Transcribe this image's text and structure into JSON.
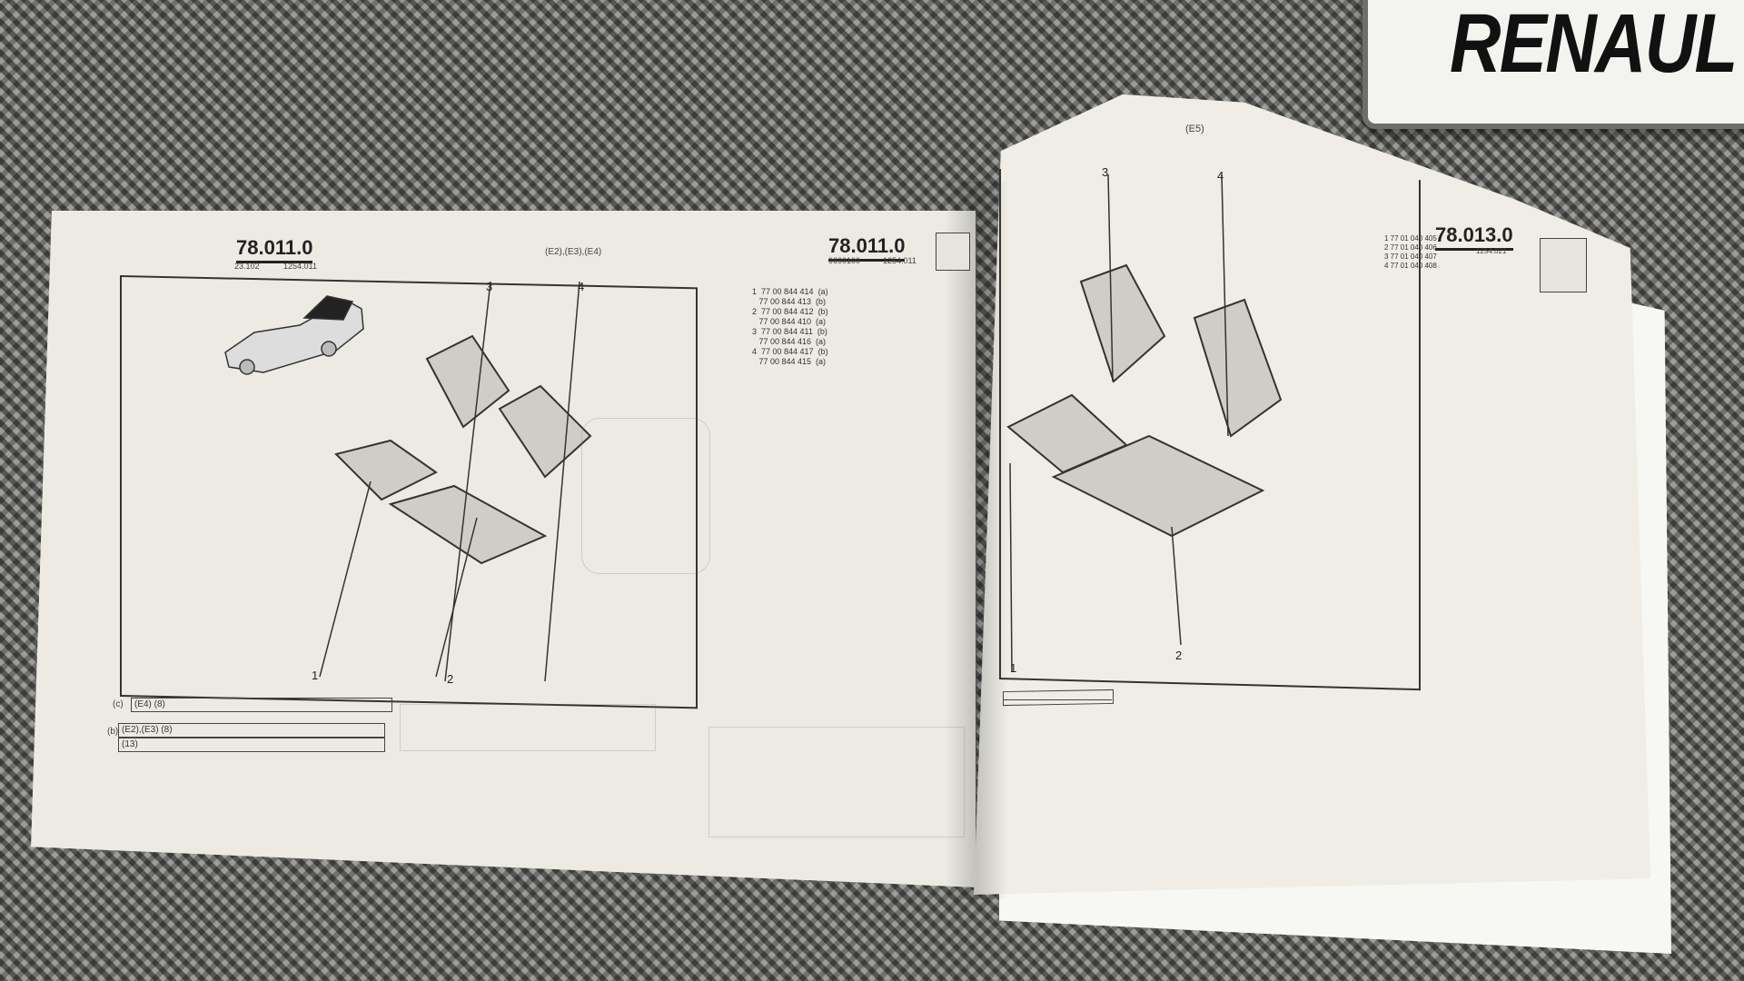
{
  "sign": {
    "text": "RENAUL"
  },
  "left_page": {
    "catalog_number": "78.011.0",
    "sub_ref_a": "23.102",
    "sub_ref_b": "1254.011",
    "variant_header": "(E2),(E3),(E4)",
    "callouts": [
      "1",
      "2",
      "3",
      "4"
    ],
    "notes": [
      {
        "marker": "(c)",
        "text": "(E4) (8)"
      },
      {
        "marker": "(b)",
        "text": "(E2),(E3) (8)"
      },
      {
        "marker": "",
        "text": "(13)"
      }
    ]
  },
  "center_block": {
    "catalog_number": "78.011.0",
    "sub_ref_a": "9690100",
    "sub_ref_b": "1254.011",
    "parts": [
      "1  77 00 844 414  (a)",
      "   77 00 844 413  (b)",
      "2  77 00 844 412  (b)",
      "   77 00 844 410  (a)",
      "3  77 00 844 411  (b)",
      "   77 00 844 416  (a)",
      "4  77 00 844 417  (b)",
      "   77 00 844 415  (a)"
    ]
  },
  "right_page": {
    "variant_header": "(E5)",
    "catalog_number": "78.013.0",
    "sub_ref_b": "1254.021",
    "callouts": [
      "1",
      "2",
      "3",
      "4"
    ],
    "parts": [
      "1 77 01 040 405",
      "2 77 01 040 406",
      "3 77 01 040 407",
      "4 77 01 040 408"
    ]
  }
}
